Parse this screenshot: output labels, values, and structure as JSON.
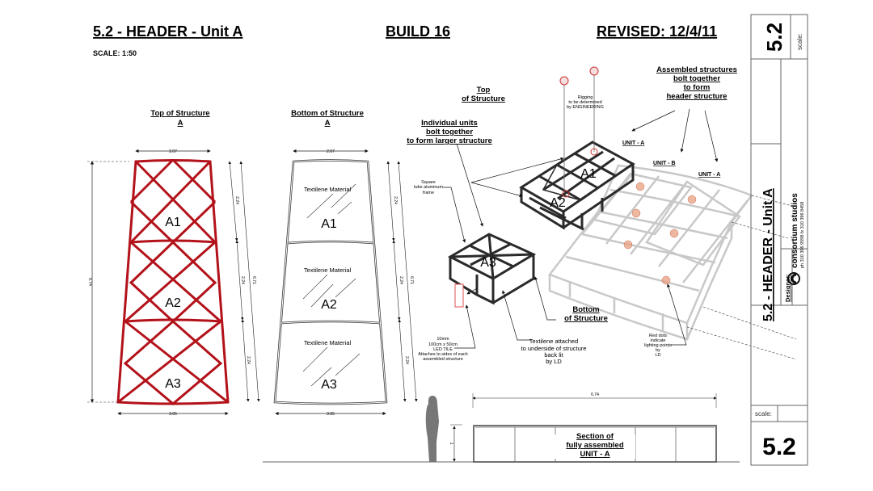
{
  "header": {
    "title": "5.2 - HEADER - Unit A",
    "build": "BUILD 16",
    "revised": "REVISED: 12/4/11",
    "scale": "SCALE: 1:50"
  },
  "top_view": {
    "title": "Top of Structure",
    "subtitle": "A",
    "units": [
      "A1",
      "A2",
      "A3"
    ],
    "dims": {
      "top_width": "2.07",
      "bottom_width": "3.05",
      "height": "6.74",
      "segment": "2.24",
      "slant_length": "6.71"
    }
  },
  "bottom_view": {
    "title": "Bottom of Structure",
    "subtitle": "A",
    "material": "Textilene Material",
    "units": [
      "A1",
      "A2",
      "A3"
    ],
    "dims": {
      "top_width": "2.07",
      "bottom_width": "3.05",
      "segment": "2.24",
      "slant_length": "6.71"
    }
  },
  "iso_view": {
    "top_label": [
      "Top",
      "of Structure"
    ],
    "individual_units": [
      "Individual units",
      "bolt together",
      "to form larger structure"
    ],
    "rigging": [
      "Rigging",
      "to be determined",
      "by ENGINEERING"
    ],
    "assembled": [
      "Assembled structures",
      "bolt together",
      "to form",
      "header structure"
    ],
    "unit_labels": [
      "UNIT - A",
      "UNIT - B",
      "UNIT - A"
    ],
    "frame_note": [
      "Square",
      "tube aluminum",
      "frame"
    ],
    "units": [
      "A1",
      "A2",
      "A3"
    ],
    "bottom_label": [
      "Bottom",
      "of Structure"
    ],
    "led_note": [
      "10mm",
      "100cm x 50cm",
      "LED TILE",
      "Attaches to sides of each",
      "assembled structure"
    ],
    "textilene_note": [
      "Textilene attached",
      "to underside of structure",
      "back lit",
      "by LD"
    ],
    "red_dots_note": [
      "Red dots",
      "indicate",
      "lighting points",
      "by",
      "LD"
    ]
  },
  "section": {
    "width": "6.74",
    "height": "1",
    "label": [
      "Section of",
      "fully assembled",
      "UNIT - A"
    ]
  },
  "title_block": {
    "sheet": "5.2",
    "scale_label": "scale:",
    "title": "5.2 - HEADER - Unit A",
    "company": "consortium studios",
    "contact": "ph 310 396 9598   fx 310 396 8458",
    "designer_label": "Designer:",
    "bottom_scale_label": "scale:",
    "bottom_sheet": "5.2"
  },
  "colors": {
    "frame_red": "#b3121a",
    "light_dot": "#e8a080"
  }
}
